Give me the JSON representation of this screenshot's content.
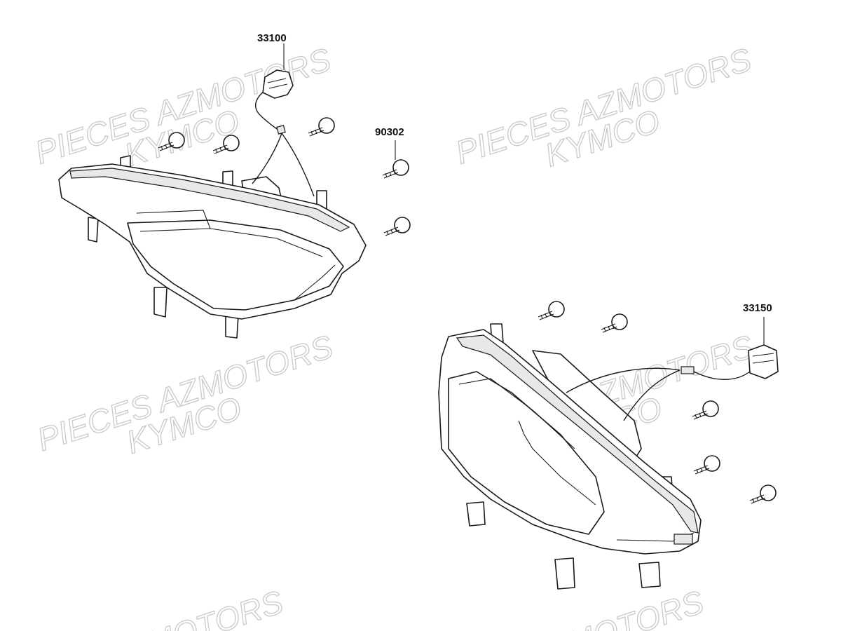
{
  "watermarks": {
    "line1": "PIECES AZMOTORS",
    "line2": "KYMCO",
    "partial": "MOTORS"
  },
  "parts": [
    {
      "ref": "33100"
    },
    {
      "ref": "90302"
    },
    {
      "ref": "33150"
    }
  ]
}
